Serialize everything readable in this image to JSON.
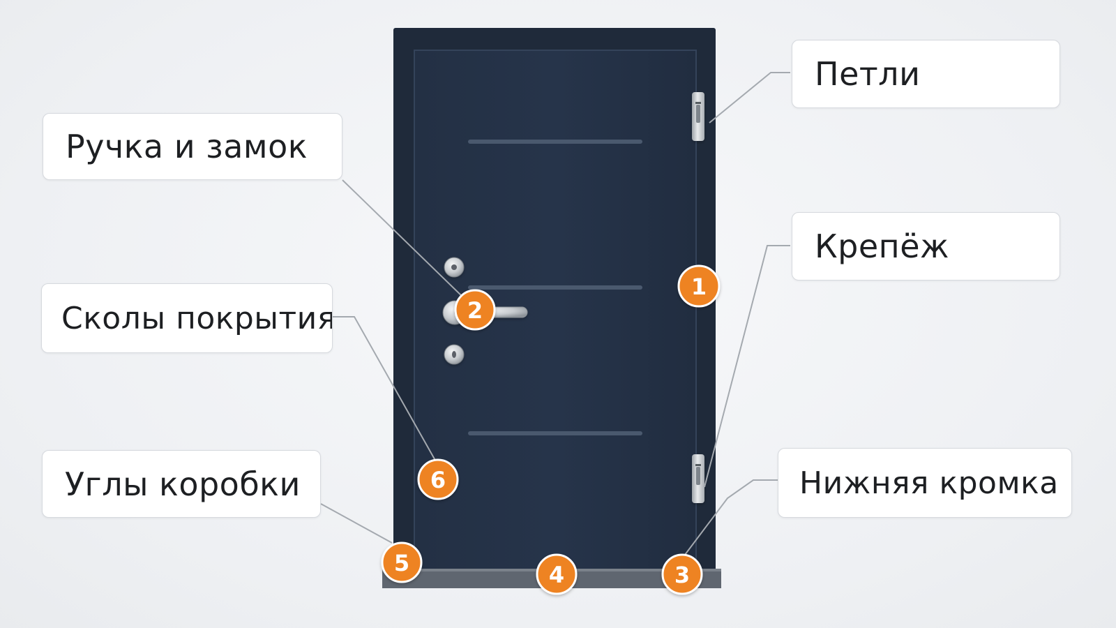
{
  "labels": {
    "hinges": "Петли",
    "handle_lock": "Ручка и замок",
    "fasteners": "Крепёж",
    "coating_chips": "Сколы покрытия",
    "frame_corners": "Углы коробки",
    "bottom_edge": "Нижняя кромка"
  },
  "markers": {
    "m1": "1",
    "m2": "2",
    "m3": "3",
    "m4": "4",
    "m5": "5",
    "m6": "6"
  },
  "colors": {
    "door": "#253247",
    "marker": "#ee8324",
    "threshold": "#5f6670",
    "hardware": "#c4c8cc"
  }
}
